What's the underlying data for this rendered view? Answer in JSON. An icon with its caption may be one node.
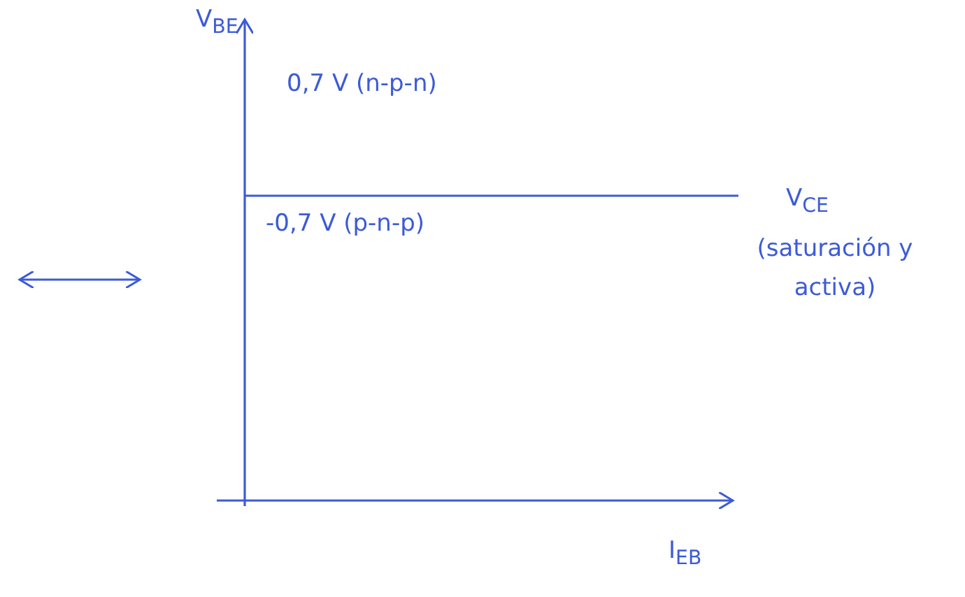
{
  "diagram": {
    "labels": [
      "V$_{BE}$",
      "0,7 V (n-p-n)",
      "-0,7 V (p-n-p)",
      "V$_{CE}$",
      "(saturación y activa)",
      "I$_{EB}$"
    ]
  }
}
